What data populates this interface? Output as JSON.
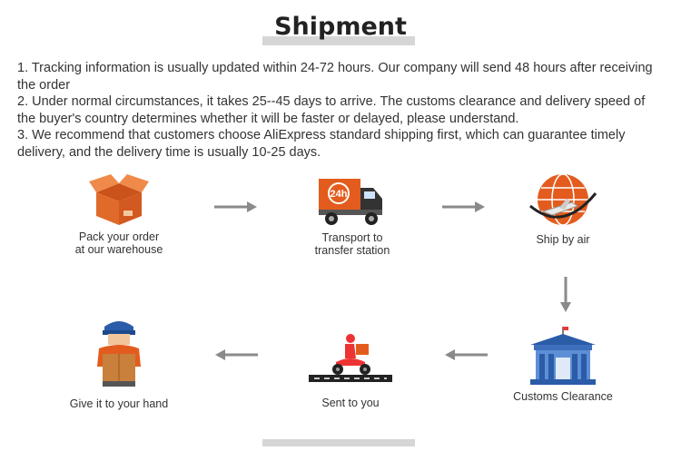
{
  "header": {
    "title": "Shipment"
  },
  "notes": [
    "1. Tracking information is usually updated within 24-72 hours. Our company will send 48 hours after receiving the order",
    "2. Under normal circumstances, it takes 25--45 days to arrive. The customs clearance and delivery speed of the buyer's country determines whether it will be faster or delayed, please understand.",
    "3. We recommend that customers choose AliExpress standard shipping first, which can guarantee timely delivery, and the delivery time is usually 10-25 days."
  ],
  "steps": {
    "pack": {
      "line1": "Pack your order",
      "line2": "at our warehouse",
      "icon": "box-icon"
    },
    "transport": {
      "line1": "Transport to",
      "line2": "transfer station",
      "icon": "truck-icon",
      "badge": "24h"
    },
    "air": {
      "line1": "Ship by air",
      "icon": "globe-plane-icon"
    },
    "customs": {
      "line1": "Customs Clearance",
      "icon": "customs-building-icon"
    },
    "sent": {
      "line1": "Sent to you",
      "icon": "scooter-courier-icon"
    },
    "hand": {
      "line1": "Give it to your hand",
      "icon": "delivery-man-icon"
    }
  },
  "colors": {
    "accent": "#e35c1e",
    "arrow": "#8a8a8a",
    "blue": "#2a5ca8"
  }
}
